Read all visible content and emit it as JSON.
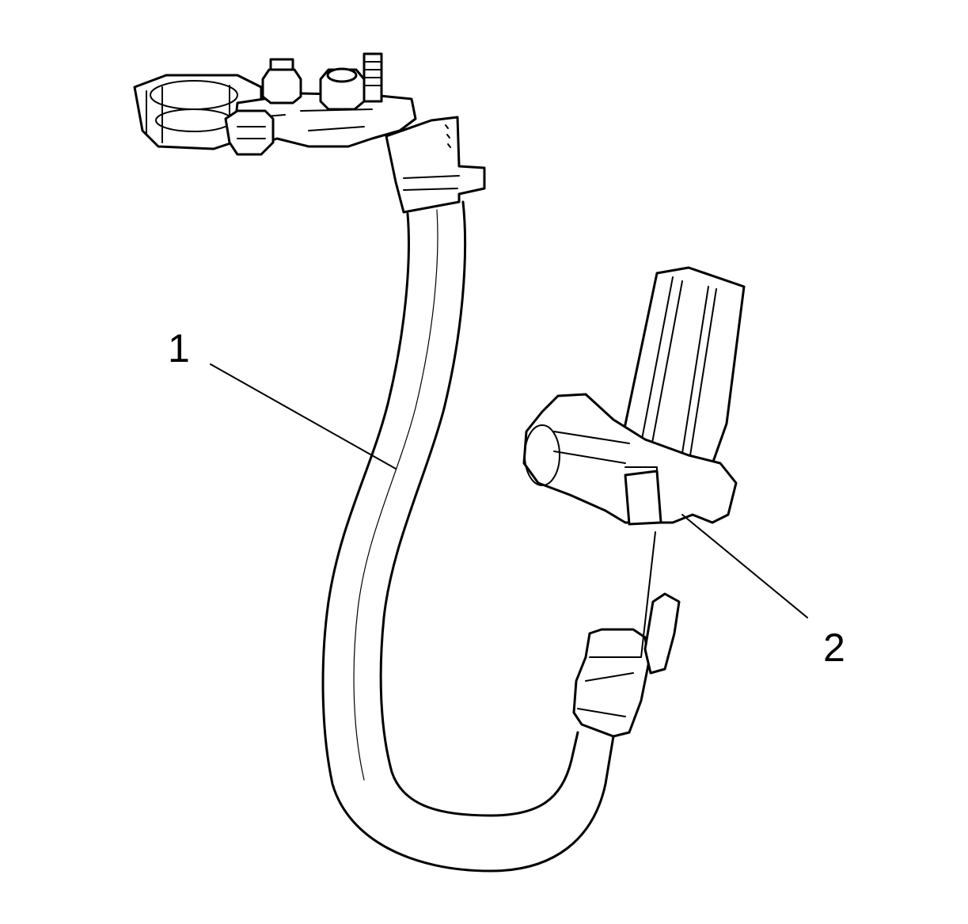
{
  "callouts": [
    {
      "id": "1",
      "label": "1"
    },
    {
      "id": "2",
      "label": "2"
    }
  ],
  "colors": {
    "stroke": "#000000",
    "background": "#ffffff"
  }
}
